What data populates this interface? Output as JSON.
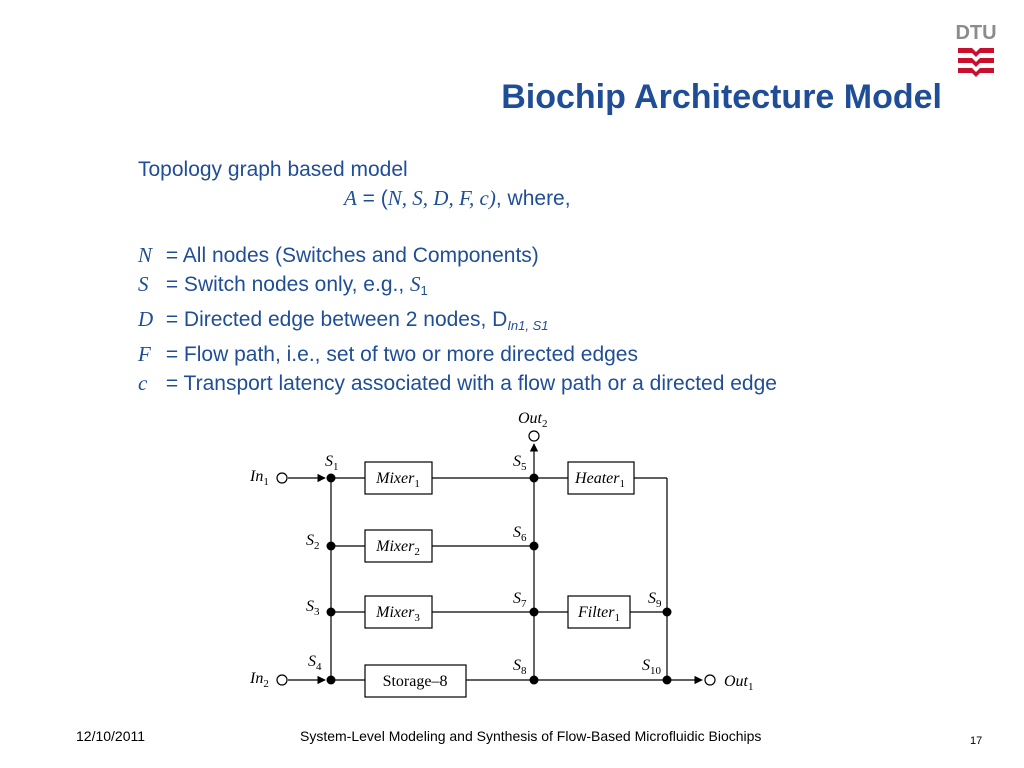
{
  "slide": {
    "title": "Biochip Architecture Model",
    "logo_text": "DTU",
    "brand_color": "#c8102e",
    "text_color": "#1f4e96"
  },
  "content": {
    "intro": "Topology graph based model",
    "formula": {
      "lhs": "A",
      "eq": " = (",
      "args": "N, S, D, F, c)",
      "tail": ",  where,"
    },
    "defs": [
      {
        "sym": "N",
        "text": " =  All nodes (Switches and Components)"
      },
      {
        "sym": "S",
        "text": " =  Switch nodes only, e.g., ",
        "tail_it": "S",
        "tail_sub": "1"
      },
      {
        "sym": "D",
        "text": " =  Directed edge between 2 nodes, D",
        "tail_sub": "In1, S1"
      },
      {
        "sym": "F",
        "text": "  =  Flow path, i.e., set of two or more directed edges"
      },
      {
        "sym": "c",
        "text": "   =  Transport latency associated with a flow path or a directed edge"
      }
    ]
  },
  "diagram": {
    "inputs": [
      {
        "name": "In",
        "sub": "1"
      },
      {
        "name": "In",
        "sub": "2"
      }
    ],
    "outputs": [
      {
        "name": "Out",
        "sub": "1"
      },
      {
        "name": "Out",
        "sub": "2"
      }
    ],
    "switches": [
      {
        "name": "S",
        "sub": "1"
      },
      {
        "name": "S",
        "sub": "2"
      },
      {
        "name": "S",
        "sub": "3"
      },
      {
        "name": "S",
        "sub": "4"
      },
      {
        "name": "S",
        "sub": "5"
      },
      {
        "name": "S",
        "sub": "6"
      },
      {
        "name": "S",
        "sub": "7"
      },
      {
        "name": "S",
        "sub": "8"
      },
      {
        "name": "S",
        "sub": "9"
      },
      {
        "name": "S",
        "sub": "10"
      }
    ],
    "components": [
      {
        "name": "Mixer",
        "sub": "1"
      },
      {
        "name": "Mixer",
        "sub": "2"
      },
      {
        "name": "Mixer",
        "sub": "3"
      },
      {
        "name": "Storage–8",
        "sub": ""
      },
      {
        "name": "Heater",
        "sub": "1"
      },
      {
        "name": "Filter",
        "sub": "1"
      }
    ]
  },
  "footer": {
    "date": "12/10/2011",
    "title": "System-Level Modeling and Synthesis of Flow-Based Microfluidic Biochips",
    "page": "17"
  }
}
